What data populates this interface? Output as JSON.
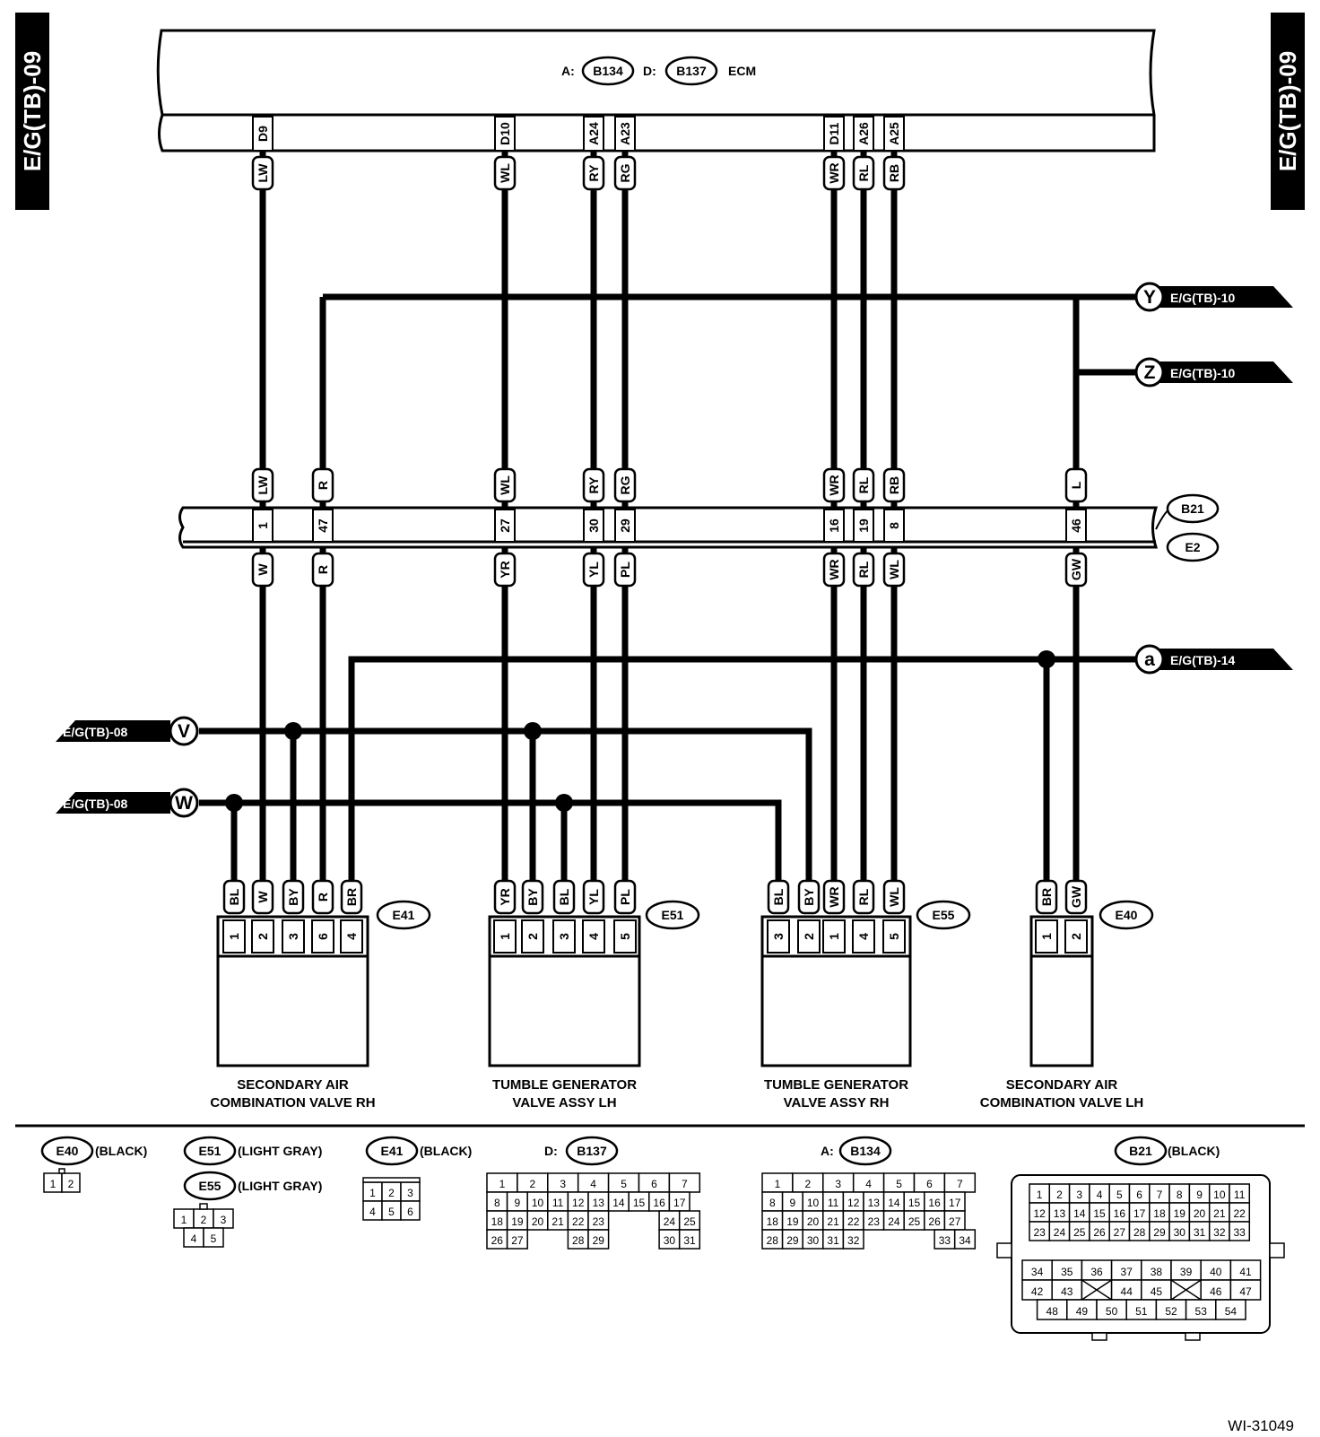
{
  "page": {
    "tab_code": "E/G(TB)-09",
    "figure_id": "WI-31049"
  },
  "ecm": {
    "label": "ECM",
    "connectors": [
      {
        "prefix": "A:",
        "id": "B134"
      },
      {
        "prefix": "D:",
        "id": "B137"
      }
    ]
  },
  "wires": [
    {
      "ecm_pin": "D9",
      "top": "LW",
      "b21_pin": "1",
      "bottom": "W"
    },
    {
      "ecm_pin": null,
      "top": "R",
      "b21_pin": "47",
      "bottom": "R"
    },
    {
      "ecm_pin": "D10",
      "top": "WL",
      "b21_pin": "27",
      "bottom": "YR"
    },
    {
      "ecm_pin": "A24",
      "top": "RY",
      "b21_pin": "30",
      "bottom": "YL"
    },
    {
      "ecm_pin": "A23",
      "top": "RG",
      "b21_pin": "29",
      "bottom": "PL"
    },
    {
      "ecm_pin": "D11",
      "top": "WR",
      "b21_pin": "16",
      "bottom": "WR"
    },
    {
      "ecm_pin": "A26",
      "top": "RL",
      "b21_pin": "19",
      "bottom": "RL"
    },
    {
      "ecm_pin": "A25",
      "top": "RB",
      "b21_pin": "8",
      "bottom": "WL"
    },
    {
      "ecm_pin": null,
      "top": "L",
      "b21_pin": "46",
      "bottom": "GW"
    }
  ],
  "joint_connectors": {
    "upper": "B21",
    "lower": "E2"
  },
  "references": [
    {
      "letter": "Y",
      "target": "E/G(TB)-10"
    },
    {
      "letter": "Z",
      "target": "E/G(TB)-10"
    },
    {
      "letter": "a",
      "target": "E/G(TB)-14"
    },
    {
      "letter": "V",
      "target": "E/G(TB)-08"
    },
    {
      "letter": "W",
      "target": "E/G(TB)-08"
    }
  ],
  "components": [
    {
      "connector": "E41",
      "caption_line1": "SECONDARY AIR",
      "caption_line2": "COMBINATION VALVE RH",
      "pins": [
        {
          "wire": "BL",
          "pin": "1"
        },
        {
          "wire": "W",
          "pin": "2"
        },
        {
          "wire": "BY",
          "pin": "3"
        },
        {
          "wire": "R",
          "pin": "6"
        },
        {
          "wire": "BR",
          "pin": "4"
        }
      ]
    },
    {
      "connector": "E51",
      "caption_line1": "TUMBLE GENERATOR",
      "caption_line2": "VALVE ASSY LH",
      "pins": [
        {
          "wire": "YR",
          "pin": "1"
        },
        {
          "wire": "BY",
          "pin": "2"
        },
        {
          "wire": "BL",
          "pin": "3"
        },
        {
          "wire": "YL",
          "pin": "4"
        },
        {
          "wire": "PL",
          "pin": "5"
        }
      ]
    },
    {
      "connector": "E55",
      "caption_line1": "TUMBLE GENERATOR",
      "caption_line2": "VALVE ASSY RH",
      "pins": [
        {
          "wire": "BL",
          "pin": "3"
        },
        {
          "wire": "BY",
          "pin": "2"
        },
        {
          "wire": "WR",
          "pin": "1"
        },
        {
          "wire": "RL",
          "pin": "4"
        },
        {
          "wire": "WL",
          "pin": "5"
        }
      ]
    },
    {
      "connector": "E40",
      "caption_line1": "SECONDARY AIR",
      "caption_line2": "COMBINATION VALVE LH",
      "pins": [
        {
          "wire": "BR",
          "pin": "1"
        },
        {
          "wire": "GW",
          "pin": "2"
        }
      ]
    }
  ],
  "legend": [
    {
      "id": "E40",
      "color": "(BLACK)",
      "rows": [
        [
          "1",
          "2"
        ]
      ]
    },
    {
      "id": "E51",
      "color": "(LIGHT GRAY)",
      "rows": []
    },
    {
      "id": "E55",
      "color": "(LIGHT GRAY)",
      "rows": [
        [
          "1",
          "2",
          "3"
        ],
        [
          "4",
          "5"
        ]
      ]
    },
    {
      "id": "E41",
      "color": "(BLACK)",
      "rows": [
        [
          "1",
          "2",
          "3"
        ],
        [
          "4",
          "5",
          "6"
        ]
      ]
    },
    {
      "id": "B137",
      "prefix": "D:",
      "color": "",
      "rows": [
        [
          "1",
          "2",
          "3",
          "4",
          "5",
          "6",
          "7"
        ],
        [
          "8",
          "9",
          "10",
          "11",
          "12",
          "13",
          "14",
          "15",
          "16",
          "17"
        ],
        [
          "18",
          "19",
          "20",
          "21",
          "22",
          "23",
          "24",
          "25"
        ],
        [
          "26",
          "27",
          "28",
          "29",
          "30",
          "31"
        ]
      ]
    },
    {
      "id": "B134",
      "prefix": "A:",
      "color": "",
      "rows": [
        [
          "1",
          "2",
          "3",
          "4",
          "5",
          "6",
          "7"
        ],
        [
          "8",
          "9",
          "10",
          "11",
          "12",
          "13",
          "14",
          "15",
          "16",
          "17"
        ],
        [
          "18",
          "19",
          "20",
          "21",
          "22",
          "23",
          "24",
          "25",
          "26",
          "27"
        ],
        [
          "28",
          "29",
          "30",
          "31",
          "32",
          "33",
          "34"
        ]
      ]
    },
    {
      "id": "B21",
      "color": "(BLACK)",
      "rows": [
        [
          "1",
          "2",
          "3",
          "4",
          "5",
          "6",
          "7",
          "8",
          "9",
          "10",
          "11"
        ],
        [
          "12",
          "13",
          "14",
          "15",
          "16",
          "17",
          "18",
          "19",
          "20",
          "21",
          "22"
        ],
        [
          "23",
          "24",
          "25",
          "26",
          "27",
          "28",
          "29",
          "30",
          "31",
          "32",
          "33"
        ],
        [
          "34",
          "35",
          "36",
          "37",
          "38",
          "39",
          "40",
          "41"
        ],
        [
          "42",
          "43",
          "44",
          "45",
          "46",
          "47"
        ],
        [
          "48",
          "49",
          "50",
          "51",
          "52",
          "53",
          "54"
        ]
      ]
    }
  ]
}
